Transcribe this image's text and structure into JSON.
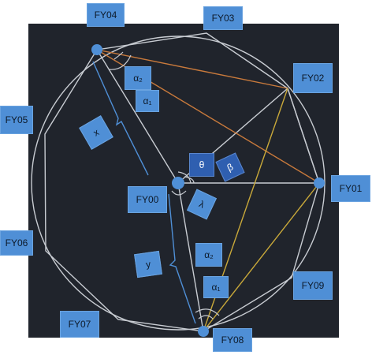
{
  "nodes": {
    "fy00": "FY00",
    "fy01": "FY01",
    "fy02": "FY02",
    "fy03": "FY03",
    "fy04": "FY04",
    "fy05": "FY05",
    "fy06": "FY06",
    "fy07": "FY07",
    "fy08": "FY08",
    "fy09": "FY09"
  },
  "angles": {
    "alpha2_top": "α₂",
    "alpha1_top": "α₁",
    "theta": "θ",
    "beta": "β",
    "lambda": "λ",
    "alpha2_bottom": "α₂",
    "alpha1_bottom": "α₁"
  },
  "distances": {
    "x": "x",
    "y": "y"
  },
  "colors": {
    "background_panel": "#20242c",
    "label_fill": "#4f8fd6",
    "label_dark_fill": "#2f5fb0",
    "outline": "#c8ccd2",
    "orange_line": "#c97a3c",
    "yellow_line": "#c9a93a",
    "blue_bracket": "#4f8fd6",
    "node_dot": "#4f8fd6"
  }
}
